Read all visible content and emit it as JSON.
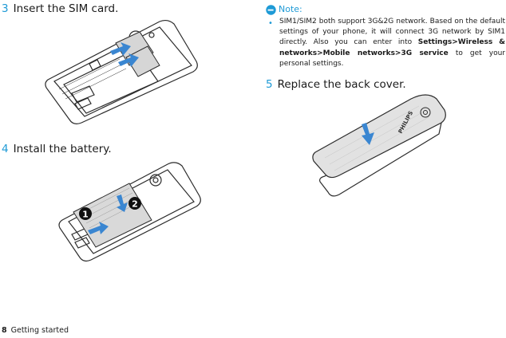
{
  "steps": [
    {
      "number": "3",
      "text": "Insert the SIM card."
    },
    {
      "number": "4",
      "text": "Install the battery."
    },
    {
      "number": "5",
      "text": "Replace the back cover."
    }
  ],
  "note": {
    "heading": "Note:",
    "bullet": "•",
    "text_before": "SIM1/SIM2 both support 3G&2G network. Based on the default settings of your phone, it will connect 3G network by SIM1 directly. Also you can enter into ",
    "menu_path": "Settings>Wireless & networks>Mobile networks>3G service",
    "text_after": " to get your personal settings."
  },
  "illustrations": {
    "battery_callouts": [
      "1",
      "2"
    ],
    "cover_brand": "PHILIPS"
  },
  "footer": {
    "page_number": "8",
    "section": "Getting started"
  },
  "colors": {
    "accent": "#1e9ad6",
    "arrow": "#3a86d1",
    "line": "#2b2b2b"
  }
}
